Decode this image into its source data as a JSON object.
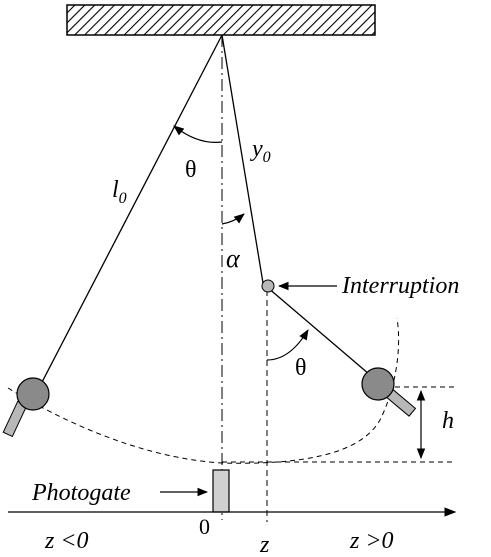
{
  "labels": {
    "theta_top": "θ",
    "l0_main": "l",
    "l0_sub": "0",
    "y0_main": "y",
    "y0_sub": "0",
    "alpha": "α",
    "interruption": "Interruption",
    "theta_bottom": "θ",
    "h": "h",
    "photogate": "Photogate",
    "origin": "0",
    "z_neg": "z <0",
    "z_mid": "z",
    "z_pos": "z >0"
  },
  "colors": {
    "line": "#000000",
    "bob_fill": "#8a8a8a",
    "peg_fill": "#b8b8b8",
    "gate_fill": "#d0d0d0",
    "hatch": "#000000"
  }
}
